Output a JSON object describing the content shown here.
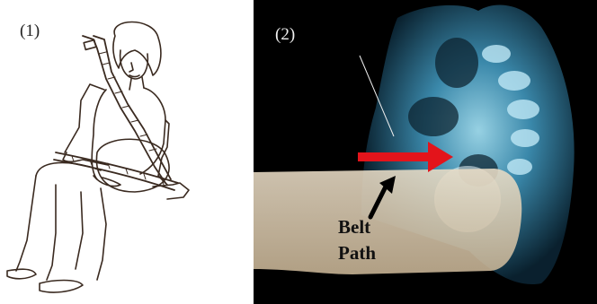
{
  "panels": [
    {
      "label": "(1)"
    },
    {
      "label": "(2)"
    }
  ],
  "annotation": {
    "line1": "Belt",
    "line2": "Path"
  },
  "colors": {
    "arrow_red": "#e3141b",
    "arrow_black": "#000000",
    "mri_blue": "#5fb8d8",
    "belt_tan": "#d9c5a8"
  },
  "icons": [
    "pregnant-woman-seatbelt-sketch",
    "mri-scan-image",
    "red-arrow",
    "black-arrow"
  ]
}
